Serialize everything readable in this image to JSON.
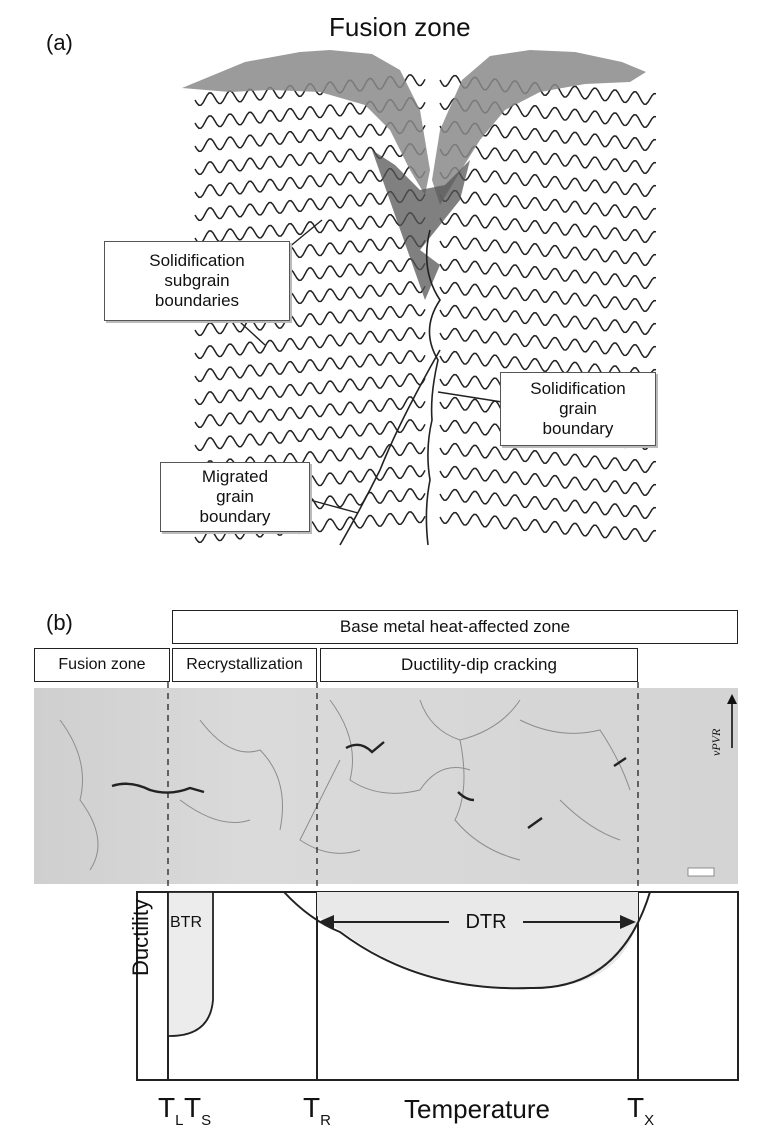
{
  "panel_a": {
    "label": "(a)",
    "title": "Fusion zone",
    "callouts": {
      "subgrain": "Solidification\nsubgrain\nboundaries",
      "grain": "Solidification\ngrain\nboundary",
      "migrated": "Migrated\ngrain\nboundary"
    }
  },
  "panel_b": {
    "label": "(b)",
    "zones": {
      "haz": "Base metal heat-affected zone",
      "fusion": "Fusion zone",
      "recryst": "Recrystallization",
      "ddc": "Ductility-dip cracking"
    },
    "micrograph_arrow_label": "vPVR",
    "graph": {
      "ylabel": "Ductility",
      "xlabel": "Temperature",
      "btr": "BTR",
      "dtr": "DTR",
      "temps": [
        {
          "base": "T",
          "sub": "L"
        },
        {
          "base": "T",
          "sub": "S"
        },
        {
          "base": "T",
          "sub": "R"
        },
        {
          "base": "T",
          "sub": "X"
        }
      ]
    }
  },
  "colors": {
    "line": "#222222",
    "fill": "#e9e9e9",
    "melt": "#8a8a8a"
  }
}
